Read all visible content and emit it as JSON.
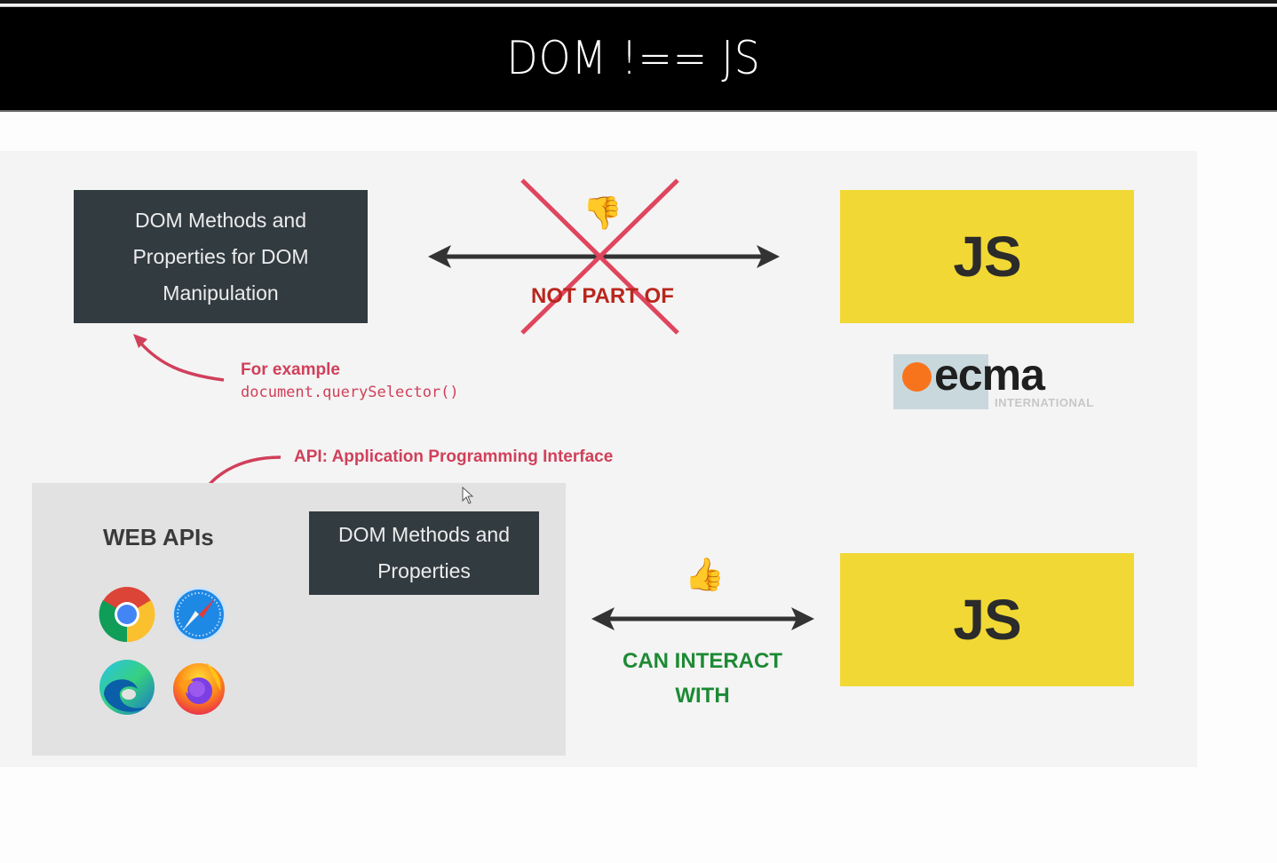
{
  "header": {
    "title": "DOM !== JS"
  },
  "slide": {
    "top_row": {
      "dom_box_label": "DOM Methods and Properties for DOM Manipulation",
      "dom_box_lines": [
        "DOM Methods and",
        "Properties for DOM",
        "Manipulation"
      ],
      "relation_label": "NOT PART OF",
      "relation_icon": "thumbs-down-icon",
      "relation_emoji": "👎",
      "js_box_label": "JS",
      "example_label": "For example",
      "example_code": "document.querySelector()",
      "ecma_logo": {
        "word": "ecma",
        "subtitle": "INTERNATIONAL"
      }
    },
    "api_annotation": "API: Application Programming Interface",
    "bottom_row": {
      "web_apis_title": "WEB APIs",
      "browsers": [
        {
          "name": "Chrome",
          "icon": "chrome-icon"
        },
        {
          "name": "Safari",
          "icon": "safari-icon"
        },
        {
          "name": "Edge",
          "icon": "edge-icon"
        },
        {
          "name": "Firefox",
          "icon": "firefox-icon"
        }
      ],
      "dom_box_lines": [
        "DOM Methods and",
        "Properties"
      ],
      "relation_lines": [
        "CAN INTERACT",
        "WITH"
      ],
      "relation_icon": "thumbs-up-icon",
      "relation_emoji": "👍",
      "js_box_label": "JS"
    }
  },
  "colors": {
    "title_bar": "#000000",
    "dark_box": "#323b40",
    "js_yellow": "#f1d834",
    "annotation_red": "#d0405a",
    "not_part_of_red": "#b9261c",
    "cross_red": "#e0455e",
    "can_interact_green": "#1d8a34",
    "ecma_orange": "#f7741d"
  }
}
